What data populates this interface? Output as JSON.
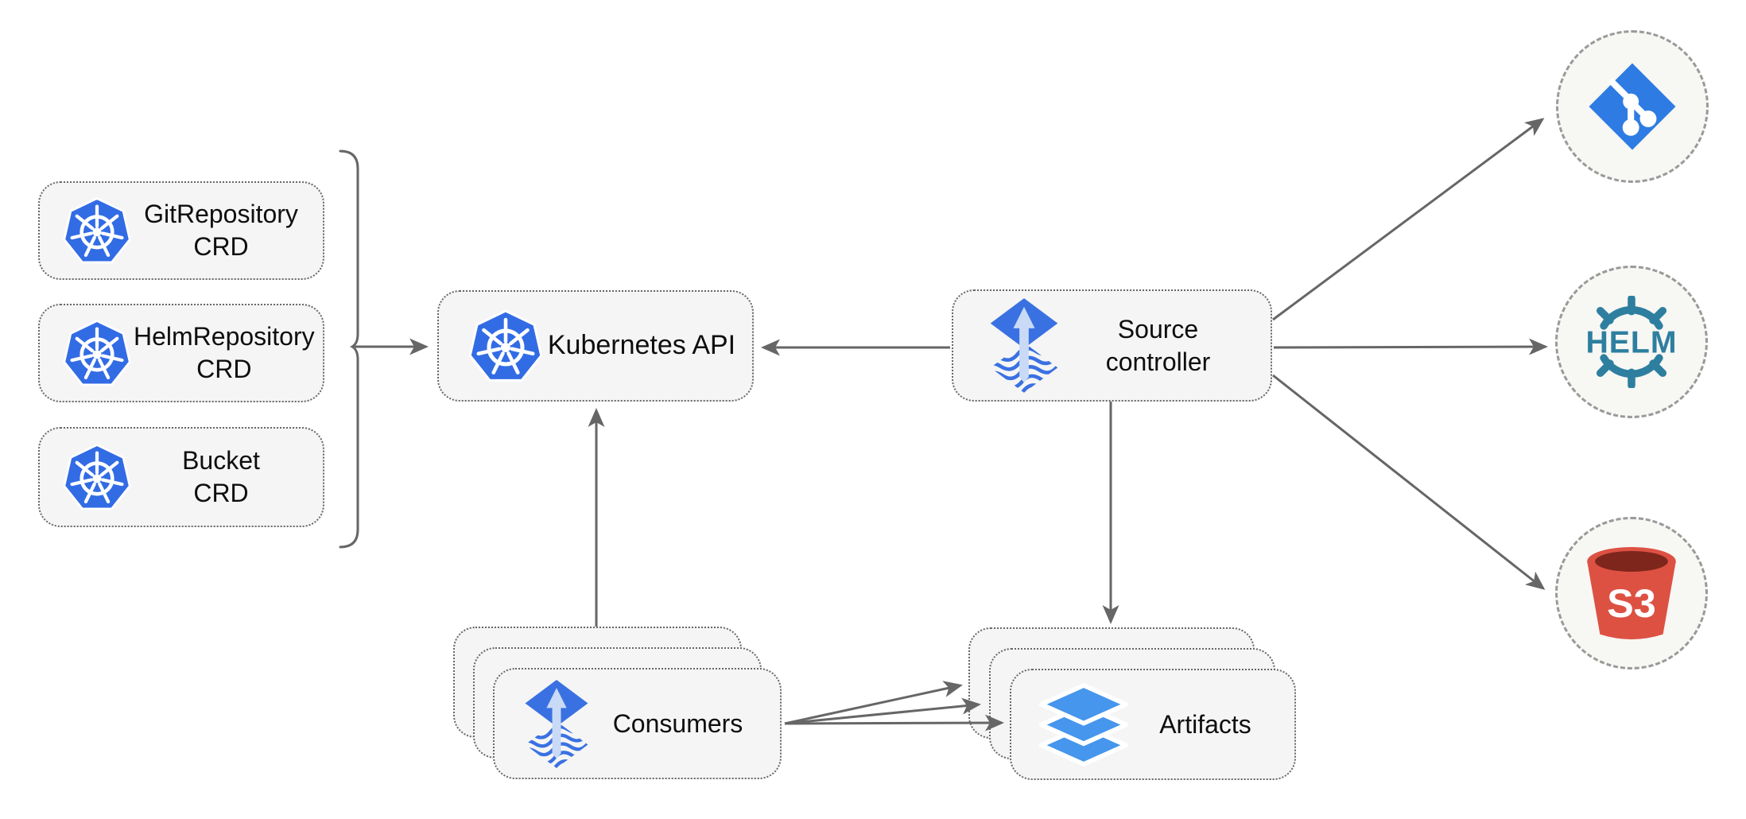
{
  "diagram": {
    "nodes": {
      "crds": [
        {
          "id": "gitrepository-crd",
          "label": "GitRepository\nCRD",
          "icon": "kubernetes-icon"
        },
        {
          "id": "helmrepository-crd",
          "label": "HelmRepository\nCRD",
          "icon": "kubernetes-icon"
        },
        {
          "id": "bucket-crd",
          "label": "Bucket\nCRD",
          "icon": "kubernetes-icon"
        }
      ],
      "kubernetes_api": {
        "label": "Kubernetes API",
        "icon": "kubernetes-icon"
      },
      "source_controller": {
        "label": "Source\ncontroller",
        "icon": "flux-icon"
      },
      "consumers": {
        "label": "Consumers",
        "icon": "flux-icon",
        "stacked": 3
      },
      "artifacts": {
        "label": "Artifacts",
        "icon": "layers-icon",
        "stacked": 3
      },
      "externals": {
        "git": {
          "icon": "git-icon"
        },
        "helm": {
          "icon": "helm-icon",
          "label": "HELM"
        },
        "s3": {
          "icon": "s3-bucket-icon",
          "label": "S3"
        }
      }
    },
    "edges": [
      {
        "from": "crd-group-bracket",
        "to": "kubernetes-api"
      },
      {
        "from": "source-controller",
        "to": "kubernetes-api"
      },
      {
        "from": "consumers",
        "to": "kubernetes-api"
      },
      {
        "from": "source-controller",
        "to": "artifacts"
      },
      {
        "from": "source-controller",
        "to": "git"
      },
      {
        "from": "source-controller",
        "to": "helm"
      },
      {
        "from": "source-controller",
        "to": "s3"
      },
      {
        "from": "consumers",
        "to": "artifacts",
        "count": 3
      }
    ],
    "colors": {
      "kubernetes_blue": "#326CE5",
      "flux_blue": "#3A71E2",
      "flux_arrow_light": "#C9DAF6",
      "layers_blue": "#4596EC",
      "git_blue": "#2E7CE3",
      "helm_teal": "#2E7F9F",
      "s3_red": "#DD5143",
      "s3_dark": "#7E261C",
      "arrow_gray": "#666666",
      "node_fill": "#F5F5F5"
    }
  }
}
